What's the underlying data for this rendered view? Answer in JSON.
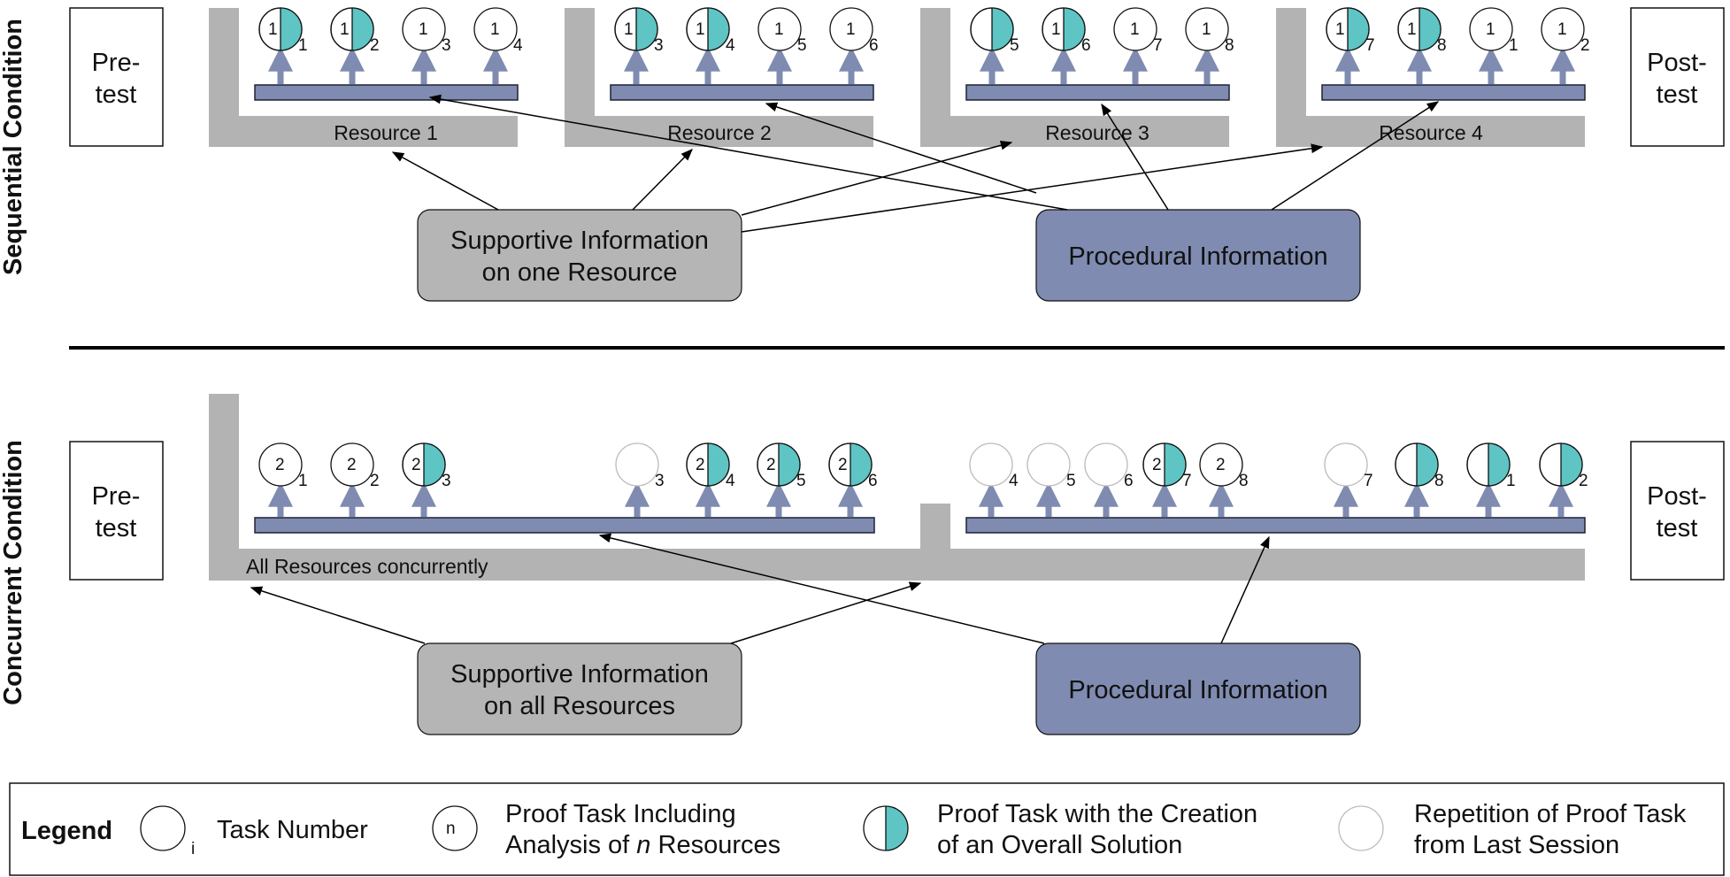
{
  "colors": {
    "resource_band": "#b3b3b3",
    "session_bar": "#7f8bb0",
    "session_bar_border": "#1e2236",
    "proof_arrow": "#7f8bb0",
    "solution_fill": "#5ec4c4",
    "supportive_box": "#b5b5b5",
    "procedural_box": "#7f8bb0",
    "repetition_circle": "#bbbbbb",
    "divider": "#000000"
  },
  "sequential": {
    "label": "Sequential Condition",
    "pre_test": [
      "Pre-",
      "test"
    ],
    "post_test": [
      "Post-",
      "test"
    ],
    "resources": [
      "Resource 1",
      "Resource 2",
      "Resource 3",
      "Resource 4"
    ],
    "sessions": [
      [
        {
          "n": "1",
          "sub": "1",
          "half": true
        },
        {
          "n": "1",
          "sub": "2",
          "half": true
        },
        {
          "n": "1",
          "sub": "3",
          "half": false
        },
        {
          "n": "1",
          "sub": "4",
          "half": false
        }
      ],
      [
        {
          "n": "1",
          "sub": "3",
          "half": true
        },
        {
          "n": "1",
          "sub": "4",
          "half": true
        },
        {
          "n": "1",
          "sub": "5",
          "half": false
        },
        {
          "n": "1",
          "sub": "6",
          "half": false
        }
      ],
      [
        {
          "n": "",
          "sub": "5",
          "half": true
        },
        {
          "n": "1",
          "sub": "6",
          "half": true
        },
        {
          "n": "1",
          "sub": "7",
          "half": false
        },
        {
          "n": "1",
          "sub": "8",
          "half": false
        }
      ],
      [
        {
          "n": "1",
          "sub": "7",
          "half": true
        },
        {
          "n": "1",
          "sub": "8",
          "half": true
        },
        {
          "n": "1",
          "sub": "1",
          "half": false
        },
        {
          "n": "1",
          "sub": "2",
          "half": false
        }
      ]
    ],
    "supportive": [
      "Supportive Information",
      "on one Resource"
    ],
    "procedural": "Procedural Information"
  },
  "concurrent": {
    "label": "Concurrent Condition",
    "pre_test": [
      "Pre-",
      "test"
    ],
    "post_test": [
      "Post-",
      "test"
    ],
    "resource_label": "All Resources concurrently",
    "session1": [
      {
        "n": "2",
        "sub": "1",
        "half": false,
        "rep": false
      },
      {
        "n": "2",
        "sub": "2",
        "half": false,
        "rep": false
      },
      {
        "n": "2",
        "sub": "3",
        "half": true,
        "rep": false
      },
      {
        "n": "",
        "sub": "3",
        "half": false,
        "rep": true
      },
      {
        "n": "2",
        "sub": "4",
        "half": true,
        "rep": false
      },
      {
        "n": "2",
        "sub": "5",
        "half": true,
        "rep": false
      },
      {
        "n": "2",
        "sub": "6",
        "half": true,
        "rep": false
      }
    ],
    "session2": [
      {
        "n": "",
        "sub": "4",
        "half": false,
        "rep": true
      },
      {
        "n": "",
        "sub": "5",
        "half": false,
        "rep": true
      },
      {
        "n": "",
        "sub": "6",
        "half": false,
        "rep": true
      },
      {
        "n": "2",
        "sub": "7",
        "half": true,
        "rep": false
      },
      {
        "n": "2",
        "sub": "8",
        "half": false,
        "rep": false
      },
      {
        "n": "",
        "sub": "7",
        "half": false,
        "rep": true
      },
      {
        "n": "",
        "sub": "8",
        "half": true,
        "rep": false
      },
      {
        "n": "",
        "sub": "1",
        "half": true,
        "rep": false
      },
      {
        "n": "",
        "sub": "2",
        "half": true,
        "rep": false
      }
    ],
    "supportive": [
      "Supportive Information",
      "on all Resources"
    ],
    "procedural": "Procedural Information"
  },
  "legend": {
    "title": "Legend",
    "task_number_sub": "i",
    "task_number": "Task Number",
    "analysis_n": "n",
    "analysis_prefix": "Proof Task Including",
    "analysis_line2_pre": "Analysis of ",
    "analysis_line2_italic": "n",
    "analysis_line2_post": " Resources",
    "solution": [
      "Proof Task with the Creation",
      "of an Overall Solution"
    ],
    "repetition": [
      "Repetition of Proof Task",
      "from Last Session"
    ]
  }
}
